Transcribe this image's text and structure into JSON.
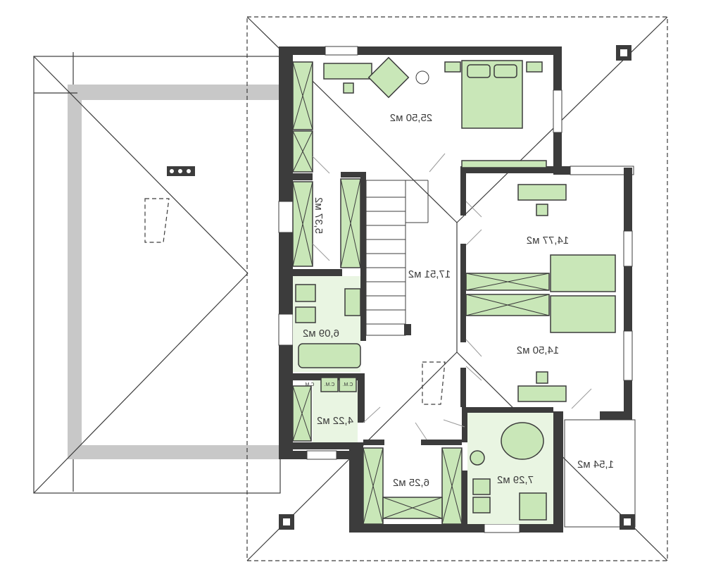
{
  "plan": {
    "rooms": [
      {
        "id": "bedroom-main",
        "area": "25,50 м2"
      },
      {
        "id": "dressing",
        "area": "5,37 м2"
      },
      {
        "id": "hall",
        "area": "17,51 м2"
      },
      {
        "id": "bedroom-2",
        "area": "14,77 м2"
      },
      {
        "id": "bathroom-1",
        "area": "6,09 м2"
      },
      {
        "id": "bedroom-3",
        "area": "14,50 м2"
      },
      {
        "id": "laundry",
        "area": "4,22 м2"
      },
      {
        "id": "storage",
        "area": "6,25 м2"
      },
      {
        "id": "bathroom-2",
        "area": "7,29 м2"
      },
      {
        "id": "balcony",
        "area": "1,54 м2"
      }
    ],
    "appliance_labels": [
      "С.М.",
      "С.М.",
      "С.М"
    ]
  },
  "colors": {
    "wall": "#3c3c3c",
    "furniture": "#c9e7b8",
    "wet_area": "#e9f5e2",
    "gutter": "#c8c8c8"
  }
}
